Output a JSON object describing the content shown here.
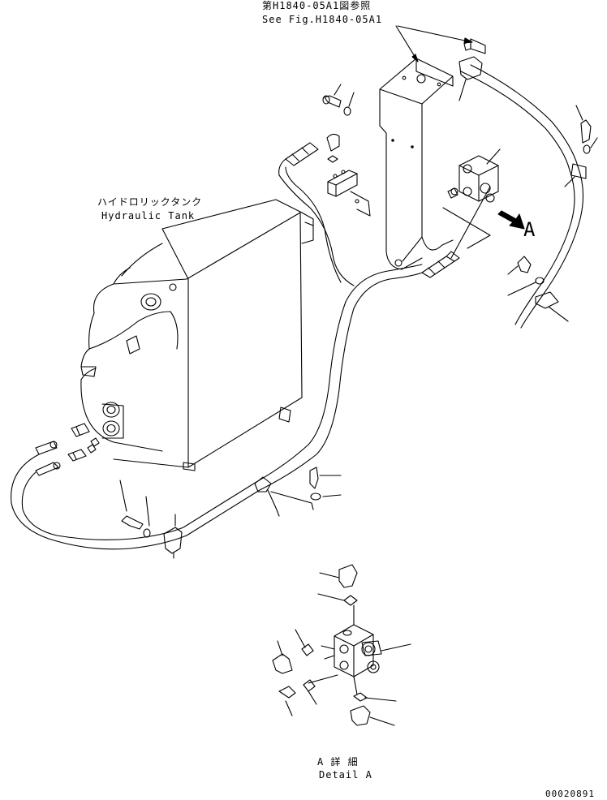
{
  "references": {
    "ref_jp": "第H1840-05A1図参照",
    "ref_en": "See Fig.H1840-05A1"
  },
  "tank": {
    "label_jp": "ハイドロリックタンク",
    "label_en": "Hydraulic Tank"
  },
  "view_arrow": {
    "letter": "A"
  },
  "detail": {
    "title_jp": "A 詳 細",
    "title_en": "Detail A"
  },
  "drawing_number": "00020891",
  "colors": {
    "line": "#000000",
    "background": "#ffffff"
  }
}
